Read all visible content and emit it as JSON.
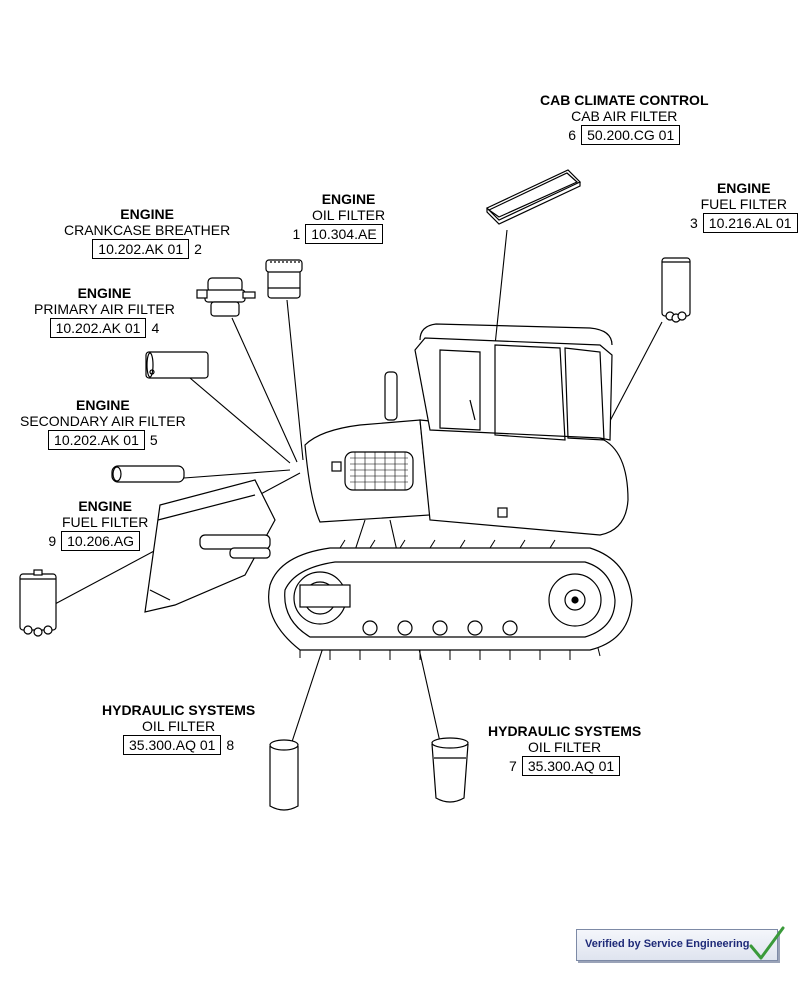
{
  "callouts": [
    {
      "title": "ENGINE",
      "subtitle": "OIL FILTER",
      "code": "10.304.AE",
      "number": "1"
    },
    {
      "title": "ENGINE",
      "subtitle": "CRANKCASE BREATHER",
      "code": "10.202.AK 01",
      "number": "2"
    },
    {
      "title": "ENGINE",
      "subtitle": "FUEL FILTER",
      "code": "10.216.AL 01",
      "number": "3"
    },
    {
      "title": "ENGINE",
      "subtitle": "PRIMARY AIR FILTER",
      "code": "10.202.AK 01",
      "number": "4"
    },
    {
      "title": "ENGINE",
      "subtitle": "SECONDARY AIR FILTER",
      "code": "10.202.AK 01",
      "number": "5"
    },
    {
      "title": "CAB CLIMATE CONTROL",
      "subtitle": "CAB AIR FILTER",
      "code": "50.200.CG 01",
      "number": "6"
    },
    {
      "title": "HYDRAULIC SYSTEMS",
      "subtitle": "OIL FILTER",
      "code": "35.300.AQ 01",
      "number": "7"
    },
    {
      "title": "HYDRAULIC SYSTEMS",
      "subtitle": "OIL FILTER",
      "code": "35.300.AQ 01",
      "number": "8"
    },
    {
      "title": "ENGINE",
      "subtitle": "FUEL FILTER",
      "code": "10.206.AG",
      "number": "9"
    }
  ],
  "badge": {
    "text": "Verified by Service Engineering",
    "check_color": "#3a9a3a"
  }
}
